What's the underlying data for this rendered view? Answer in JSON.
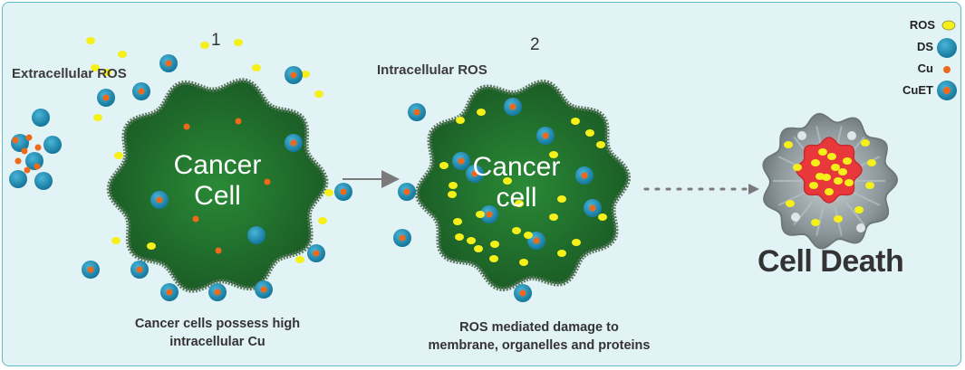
{
  "step1_number": "1",
  "step2_number": "2",
  "extracellular_label": "Extracellular ROS",
  "intracellular_label": "Intracellular ROS",
  "cell1": {
    "line1": "Cancer",
    "line2": "Cell"
  },
  "cell2": {
    "line1": "Cancer",
    "line2": "cell"
  },
  "caption1": {
    "line1": "Cancer cells possess high",
    "line2": "intracellular Cu"
  },
  "caption2": {
    "line1": "ROS mediated damage to",
    "line2": "membrane, organelles and proteins"
  },
  "cell_death_label": "Cell Death",
  "legend": [
    {
      "label": "ROS",
      "icon": "ros-dot-icon"
    },
    {
      "label": "DS",
      "icon": "ds-circle-icon"
    },
    {
      "label": "Cu",
      "icon": "cu-dot-icon"
    },
    {
      "label": "CuET",
      "icon": "cuet-complex-icon"
    }
  ],
  "colors": {
    "panel_bg": "#e2f3f6",
    "panel_border": "#5fb8c6",
    "cell_fill": "#1f6a2b",
    "cell_border": "#55705a",
    "ros": "#f5ef1a",
    "ds": "#1e8fb5",
    "cu": "#f0691a",
    "dead_core": "#e8383c",
    "dead_shell": "#8e9a9e"
  }
}
